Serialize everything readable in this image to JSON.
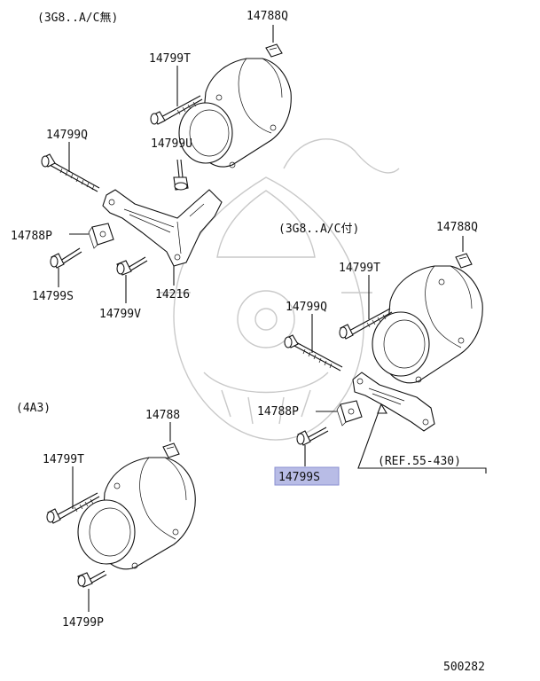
{
  "groups": {
    "top": "(3G8..A/C無)",
    "right": "(3G8..A/C付)",
    "bottom": "(4A3)"
  },
  "parts": {
    "p14788q_top": "14788Q",
    "p14799t_top": "14799T",
    "p14799q_top": "14799Q",
    "p14799u": "14799U",
    "p14788p_top": "14788P",
    "p14799s_top": "14799S",
    "p14799v": "14799V",
    "p14216": "14216",
    "p14788q_right": "14788Q",
    "p14799t_right": "14799T",
    "p14799q_right": "14799Q",
    "p14788p_right": "14788P",
    "p14799s_right": "14799S",
    "p14788": "14788",
    "p14799t_bottom": "14799T",
    "p14799p": "14799P"
  },
  "reference": "(REF.55-430)",
  "diagram_id": "500282",
  "highlight_color": "#b8bce6"
}
